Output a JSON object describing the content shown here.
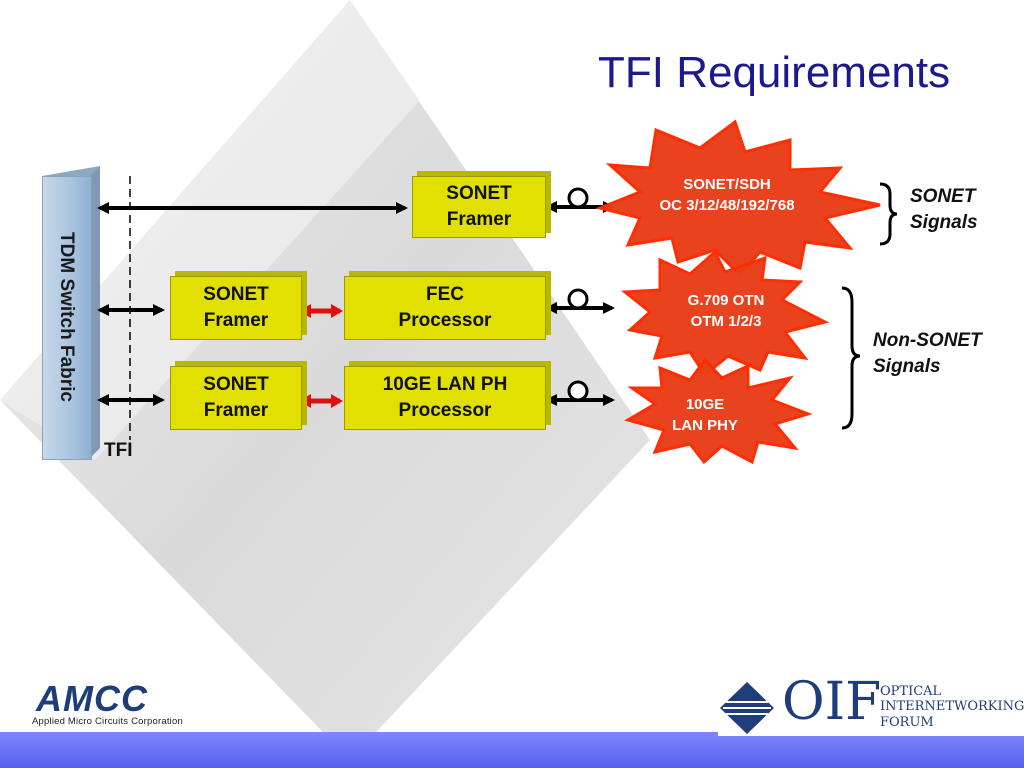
{
  "slide": {
    "title": "TFI Requirements"
  },
  "fabric": {
    "label": "TDM Switch Fabric"
  },
  "tfi_label": "TFI",
  "rows": [
    {
      "blocks": [
        "SONET\nFramer"
      ]
    },
    {
      "blocks": [
        "SONET\nFramer",
        "FEC\nProcessor"
      ]
    },
    {
      "blocks": [
        "SONET\nFramer",
        "10GE LAN PH\nProcessor"
      ]
    }
  ],
  "stars": [
    {
      "label": "SONET/SDH\nOC 3/12/48/192/768"
    },
    {
      "label": "G.709 OTN\nOTM 1/2/3"
    },
    {
      "label": "10GE\nLAN PHY"
    }
  ],
  "signals": {
    "sonet": "SONET\nSignals",
    "non_sonet": "Non-SONET\nSignals"
  },
  "logos": {
    "amcc_word": "AMCC",
    "amcc_sub": "Applied Micro Circuits Corporation",
    "oif_word": "OIF",
    "oif_forum": "OPTICAL\nINTERNETWORKING\nFORUM"
  },
  "colors": {
    "title": "#1a1a8c",
    "block_fill": "#e1e000",
    "star_fill": "#e8401a",
    "star_glow": "#ff2a00",
    "interconnect_arrow": "#e01010",
    "footer_bar": "#6a70f5"
  },
  "icons": [
    "o-ring-connector-icon",
    "double-arrow-icon",
    "curly-brace-icon",
    "oif-diamond-icon"
  ]
}
